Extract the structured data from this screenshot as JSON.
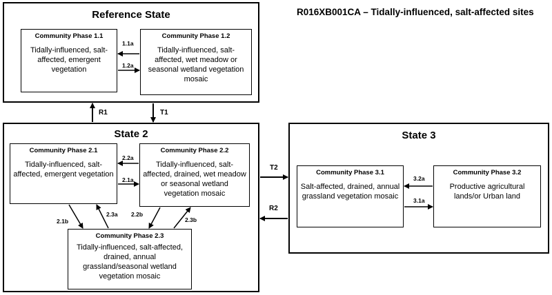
{
  "title": "R016XB001CA – Tidally-influenced, salt-affected sites",
  "states": {
    "reference": {
      "title": "Reference State"
    },
    "s2": {
      "title": "State 2"
    },
    "s3": {
      "title": "State 3"
    }
  },
  "phases": {
    "p11": {
      "title": "Community Phase 1.1",
      "desc": "Tidally-influenced, salt-affected, emergent vegetation"
    },
    "p12": {
      "title": "Community Phase 1.2",
      "desc": "Tidally-influenced, salt-affected, wet meadow or seasonal wetland vegetation mosaic"
    },
    "p21": {
      "title": "Community Phase 2.1",
      "desc": "Tidally-influenced, salt-affected, emergent vegetation"
    },
    "p22": {
      "title": "Community Phase 2.2",
      "desc": "Tidally-influenced, salt-affected, drained, wet meadow or seasonal wetland vegetation mosaic"
    },
    "p23": {
      "title": "Community Phase 2.3",
      "desc": "Tidally-influenced, salt-affected, drained, annual grassland/seasonal wetland vegetation mosaic"
    },
    "p31": {
      "title": "Community Phase 3.1",
      "desc": "Salt-affected, drained, annual grassland vegetation mosaic"
    },
    "p32": {
      "title": "Community Phase 3.2",
      "desc": "Productive agricultural lands/or Urban land"
    }
  },
  "transitions": {
    "t11a": "1.1a",
    "t12a": "1.2a",
    "tR1": "R1",
    "tT1": "T1",
    "t22a": "2.2a",
    "t21a": "2.1a",
    "t21b": "2.1b",
    "t23a": "2.3a",
    "t22b": "2.2b",
    "t23b": "2.3b",
    "tT2": "T2",
    "tR2": "R2",
    "t32a": "3.2a",
    "t31a": "3.1a"
  }
}
